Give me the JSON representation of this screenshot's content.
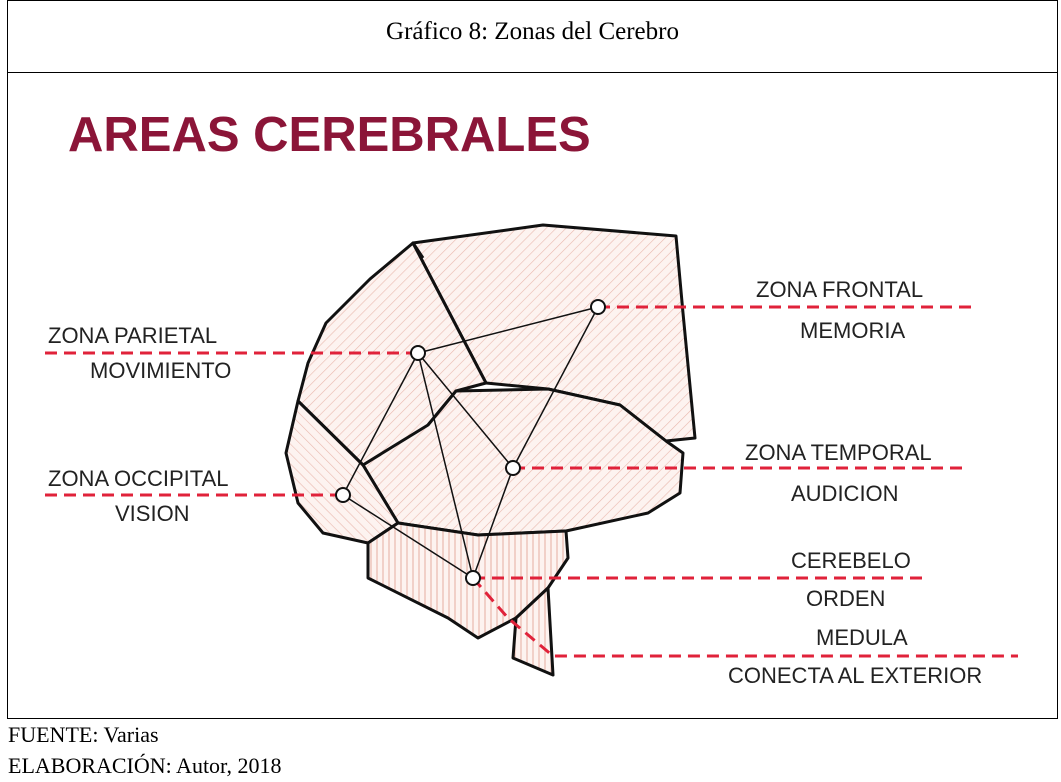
{
  "caption": "Gráfico 8: Zonas del Cerebro",
  "diagram": {
    "title": "AREAS CEREBRALES",
    "title_color": "#8b1538",
    "line_color": "#e0223a",
    "hatch_fill": "#fbeeea",
    "zones": [
      {
        "name": "ZONA FRONTAL",
        "function": "MEMORIA"
      },
      {
        "name": "ZONA PARIETAL",
        "function": "MOVIMIENTO"
      },
      {
        "name": "ZONA TEMPORAL",
        "function": "AUDICION"
      },
      {
        "name": "ZONA OCCIPITAL",
        "function": "VISION"
      },
      {
        "name": "CEREBELO",
        "function": "ORDEN"
      },
      {
        "name": "MEDULA",
        "function": "CONECTA AL EXTERIOR"
      }
    ]
  },
  "footer": {
    "source": "FUENTE: Varias",
    "elaboration": "ELABORACIÓN: Autor, 2018"
  }
}
